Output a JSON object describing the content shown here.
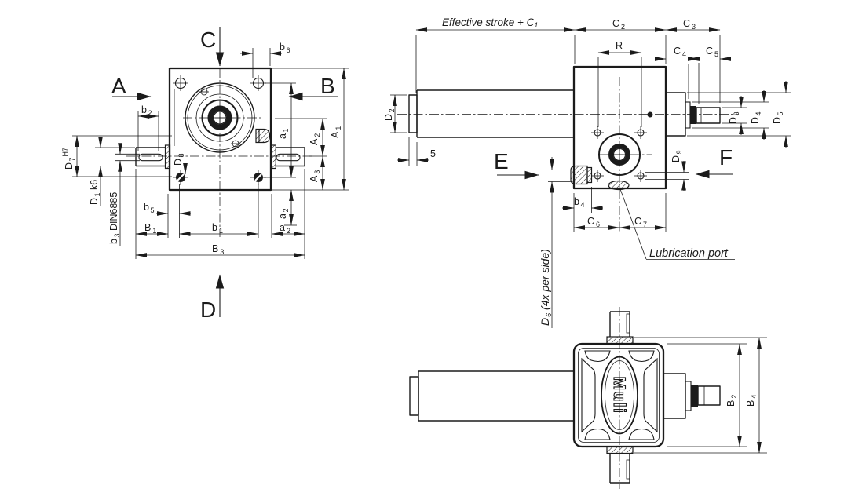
{
  "drawing": {
    "ink": "#1b1b1b",
    "background": "#ffffff",
    "front_view": {
      "section_arrows": {
        "a": "A",
        "b": "B",
        "c": "C",
        "d": "D"
      },
      "dims": {
        "b6": {
          "m": "b",
          "s": "6"
        },
        "b2": {
          "m": "b",
          "s": "2"
        },
        "d8": {
          "m": "D",
          "s": "8"
        },
        "d7": {
          "m": "D",
          "s": "7",
          "sup": "H7"
        },
        "d1": {
          "m": "D",
          "s": "1",
          "suffix": " k6"
        },
        "b3": {
          "m": "b",
          "s": "3",
          "suffix": " DIN6885"
        },
        "b5": {
          "m": "b",
          "s": "5"
        },
        "B1": {
          "m": "B",
          "s": "1"
        },
        "b1": {
          "m": "b",
          "s": "1"
        },
        "a2h": {
          "m": "a",
          "s": "2"
        },
        "B3": {
          "m": "B",
          "s": "3"
        },
        "a2v": {
          "m": "a",
          "s": "2"
        },
        "a1": {
          "m": "a",
          "s": "1"
        },
        "A2": {
          "m": "A",
          "s": "2"
        },
        "A3": {
          "m": "A",
          "s": "3"
        },
        "A1": {
          "m": "A",
          "s": "1"
        }
      }
    },
    "side_view": {
      "section_arrows": {
        "e": "E",
        "f": "F"
      },
      "dims": {
        "stroke": {
          "prefix": "Effective stroke + ",
          "m": "C",
          "s": "1"
        },
        "C2": {
          "m": "C",
          "s": "2"
        },
        "C3": {
          "m": "C",
          "s": "3"
        },
        "C4": {
          "m": "C",
          "s": "4"
        },
        "C5": {
          "m": "C",
          "s": "5"
        },
        "R": {
          "m": "R"
        },
        "D2": {
          "m": "D",
          "s": "2"
        },
        "cap5": {
          "m": "5"
        },
        "D3": {
          "m": "D",
          "s": "3"
        },
        "D4": {
          "m": "D",
          "s": "4"
        },
        "D5": {
          "m": "D",
          "s": "5"
        },
        "D9": {
          "m": "D",
          "s": "9"
        },
        "b4": {
          "m": "b",
          "s": "4"
        },
        "C6": {
          "m": "C",
          "s": "6"
        },
        "C7": {
          "m": "C",
          "s": "7"
        },
        "D6": {
          "m": "D",
          "s": "6",
          "suffix": " (4x per side)"
        }
      },
      "callouts": {
        "lubrication_port": "Lubrication port"
      }
    },
    "bottom_view": {
      "dims": {
        "B2": {
          "m": "B",
          "s": "2"
        },
        "B4": {
          "m": "B",
          "s": "4"
        }
      },
      "logo": "Muli"
    }
  }
}
